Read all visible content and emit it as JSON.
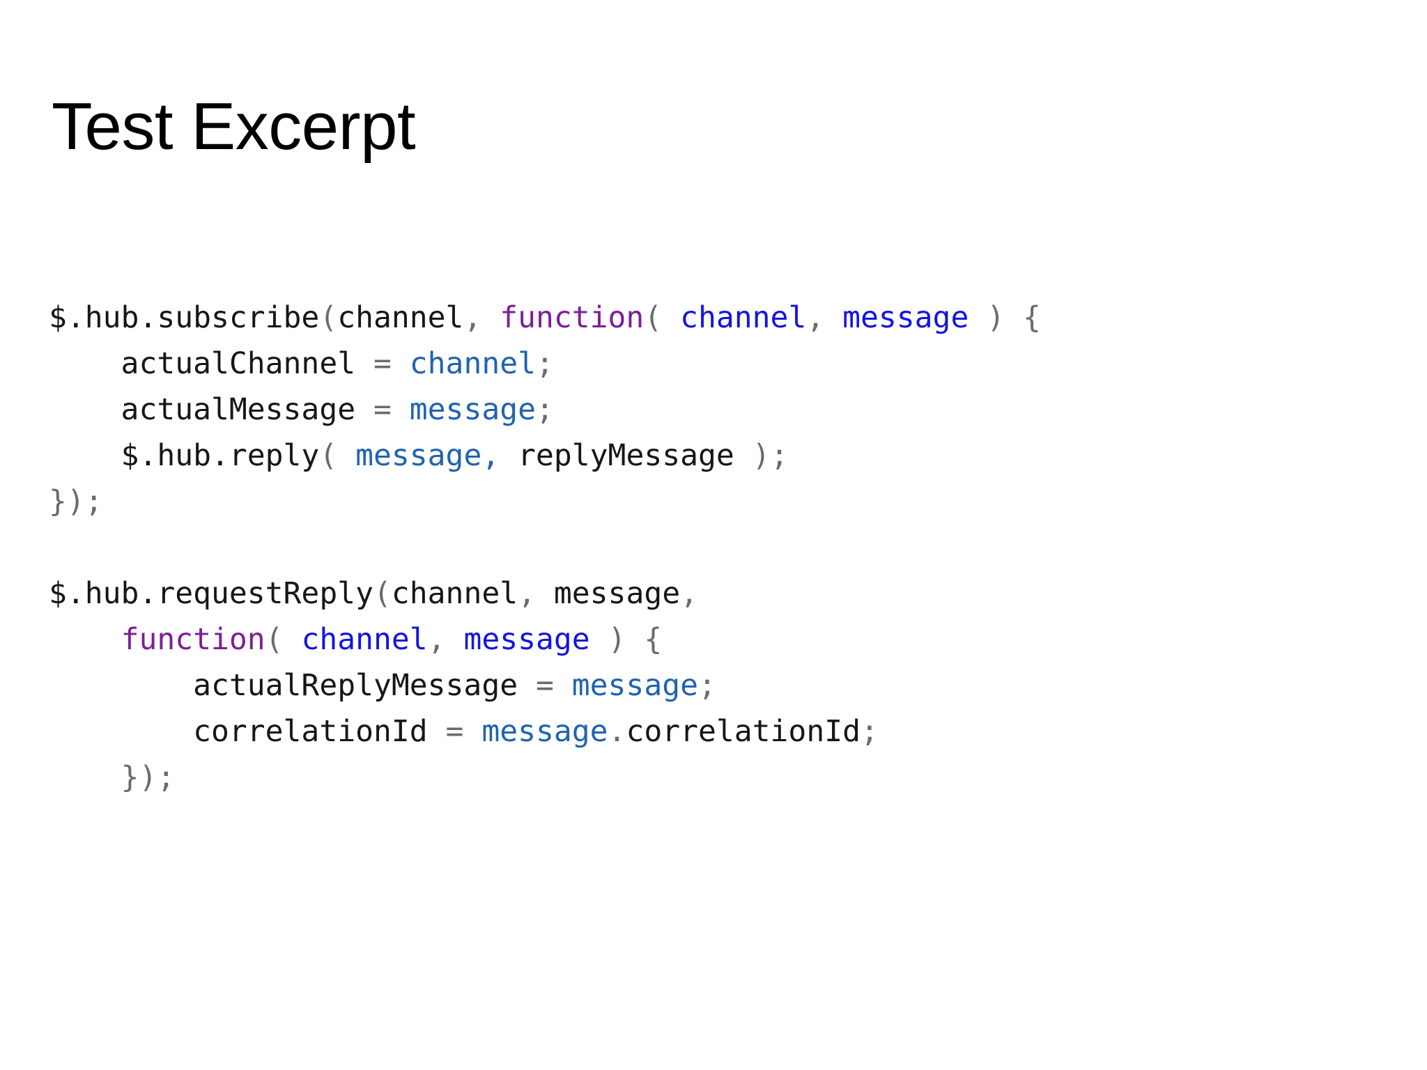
{
  "slide": {
    "title": "Test Excerpt",
    "background_color": "#ffffff"
  },
  "colors": {
    "plain": "#161616",
    "punctuation": "#6b6b6b",
    "keyword": "#7d1f94",
    "variable_blue": "#1414e0",
    "variable_steel": "#2063b0",
    "title": "#000000"
  },
  "code": {
    "language": "javascript",
    "plain_text": "$.hub.subscribe(channel, function( channel, message ) {\n    actualChannel = channel;\n    actualMessage = message;\n    $.hub.reply( message, replyMessage );\n});\n\n$.hub.requestReply(channel, message,\n    function( channel, message ) {\n        actualReplyMessage = message;\n        correlationId = message.correlationId;\n    });",
    "lines": [
      {
        "id": "line-1",
        "tokens": [
          {
            "t": "$.hub.subscribe",
            "c": "plain"
          },
          {
            "t": "(",
            "c": "punct"
          },
          {
            "t": "channel",
            "c": "plain"
          },
          {
            "t": ",",
            "c": "punct"
          },
          {
            "t": " ",
            "c": "plain"
          },
          {
            "t": "function",
            "c": "keyword"
          },
          {
            "t": "(",
            "c": "punct"
          },
          {
            "t": " ",
            "c": "plain"
          },
          {
            "t": "channel",
            "c": "varblue"
          },
          {
            "t": ",",
            "c": "punct"
          },
          {
            "t": " ",
            "c": "plain"
          },
          {
            "t": "message",
            "c": "varblue"
          },
          {
            "t": " ",
            "c": "plain"
          },
          {
            "t": ")",
            "c": "punct"
          },
          {
            "t": " ",
            "c": "plain"
          },
          {
            "t": "{",
            "c": "punct"
          }
        ]
      },
      {
        "id": "line-2",
        "tokens": [
          {
            "t": "    actualChannel",
            "c": "plain"
          },
          {
            "t": " ",
            "c": "plain"
          },
          {
            "t": "=",
            "c": "punct"
          },
          {
            "t": " ",
            "c": "plain"
          },
          {
            "t": "channel",
            "c": "varsteel"
          },
          {
            "t": ";",
            "c": "punct"
          }
        ]
      },
      {
        "id": "line-3",
        "tokens": [
          {
            "t": "    actualMessage",
            "c": "plain"
          },
          {
            "t": " ",
            "c": "plain"
          },
          {
            "t": "=",
            "c": "punct"
          },
          {
            "t": " ",
            "c": "plain"
          },
          {
            "t": "message",
            "c": "varsteel"
          },
          {
            "t": ";",
            "c": "punct"
          }
        ]
      },
      {
        "id": "line-4",
        "tokens": [
          {
            "t": "    $.hub.reply",
            "c": "plain"
          },
          {
            "t": "(",
            "c": "punct"
          },
          {
            "t": " ",
            "c": "plain"
          },
          {
            "t": "message",
            "c": "varsteel"
          },
          {
            "t": ",",
            "c": "varsteel"
          },
          {
            "t": " ",
            "c": "plain"
          },
          {
            "t": "replyMessage",
            "c": "plain"
          },
          {
            "t": " ",
            "c": "plain"
          },
          {
            "t": ")",
            "c": "punct"
          },
          {
            "t": ";",
            "c": "punct"
          }
        ]
      },
      {
        "id": "line-5",
        "tokens": [
          {
            "t": "}",
            "c": "punct"
          },
          {
            "t": ")",
            "c": "punct"
          },
          {
            "t": ";",
            "c": "punct"
          }
        ]
      },
      {
        "id": "line-6-blank",
        "tokens": [
          {
            "t": " ",
            "c": "plain"
          }
        ]
      },
      {
        "id": "line-7",
        "tokens": [
          {
            "t": "$.hub.requestReply",
            "c": "plain"
          },
          {
            "t": "(",
            "c": "punct"
          },
          {
            "t": "channel",
            "c": "plain"
          },
          {
            "t": ",",
            "c": "punct"
          },
          {
            "t": " ",
            "c": "plain"
          },
          {
            "t": "message",
            "c": "plain"
          },
          {
            "t": ",",
            "c": "punct"
          }
        ]
      },
      {
        "id": "line-8",
        "tokens": [
          {
            "t": "    ",
            "c": "plain"
          },
          {
            "t": "function",
            "c": "keyword"
          },
          {
            "t": "(",
            "c": "punct"
          },
          {
            "t": " ",
            "c": "plain"
          },
          {
            "t": "channel",
            "c": "varblue"
          },
          {
            "t": ",",
            "c": "punct"
          },
          {
            "t": " ",
            "c": "plain"
          },
          {
            "t": "message",
            "c": "varblue"
          },
          {
            "t": " ",
            "c": "plain"
          },
          {
            "t": ")",
            "c": "punct"
          },
          {
            "t": " ",
            "c": "plain"
          },
          {
            "t": "{",
            "c": "punct"
          }
        ]
      },
      {
        "id": "line-9",
        "tokens": [
          {
            "t": "        actualReplyMessage",
            "c": "plain"
          },
          {
            "t": " ",
            "c": "plain"
          },
          {
            "t": "=",
            "c": "punct"
          },
          {
            "t": " ",
            "c": "plain"
          },
          {
            "t": "message",
            "c": "varsteel"
          },
          {
            "t": ";",
            "c": "punct"
          }
        ]
      },
      {
        "id": "line-10",
        "tokens": [
          {
            "t": "        correlationId",
            "c": "plain"
          },
          {
            "t": " ",
            "c": "plain"
          },
          {
            "t": "=",
            "c": "punct"
          },
          {
            "t": " ",
            "c": "plain"
          },
          {
            "t": "message",
            "c": "varsteel"
          },
          {
            "t": ".",
            "c": "punct"
          },
          {
            "t": "correlationId",
            "c": "plain"
          },
          {
            "t": ";",
            "c": "punct"
          }
        ]
      },
      {
        "id": "line-11",
        "tokens": [
          {
            "t": "    ",
            "c": "plain"
          },
          {
            "t": "}",
            "c": "punct"
          },
          {
            "t": ")",
            "c": "punct"
          },
          {
            "t": ";",
            "c": "punct"
          }
        ]
      }
    ]
  }
}
